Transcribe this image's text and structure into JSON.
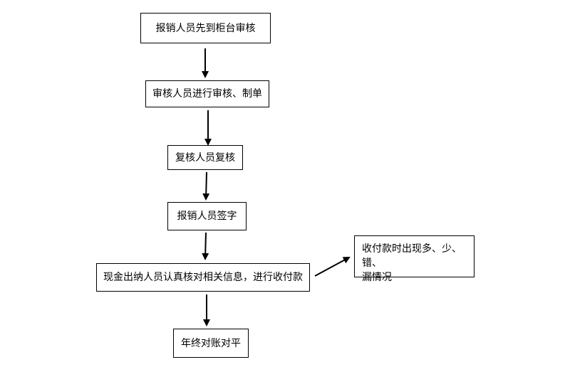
{
  "flowchart": {
    "steps": [
      {
        "label": "报销人员先到柜台审核"
      },
      {
        "label": "审核人员进行审核、制单"
      },
      {
        "label": "复核人员复核"
      },
      {
        "label": "报销人员签字"
      },
      {
        "label": "现金出纳人员认真核对相关信息，进行收付款"
      },
      {
        "label": "年终对账对平"
      }
    ],
    "side_note": {
      "line1": "收付款时出现多、少、错、",
      "line2": "漏情况"
    }
  }
}
